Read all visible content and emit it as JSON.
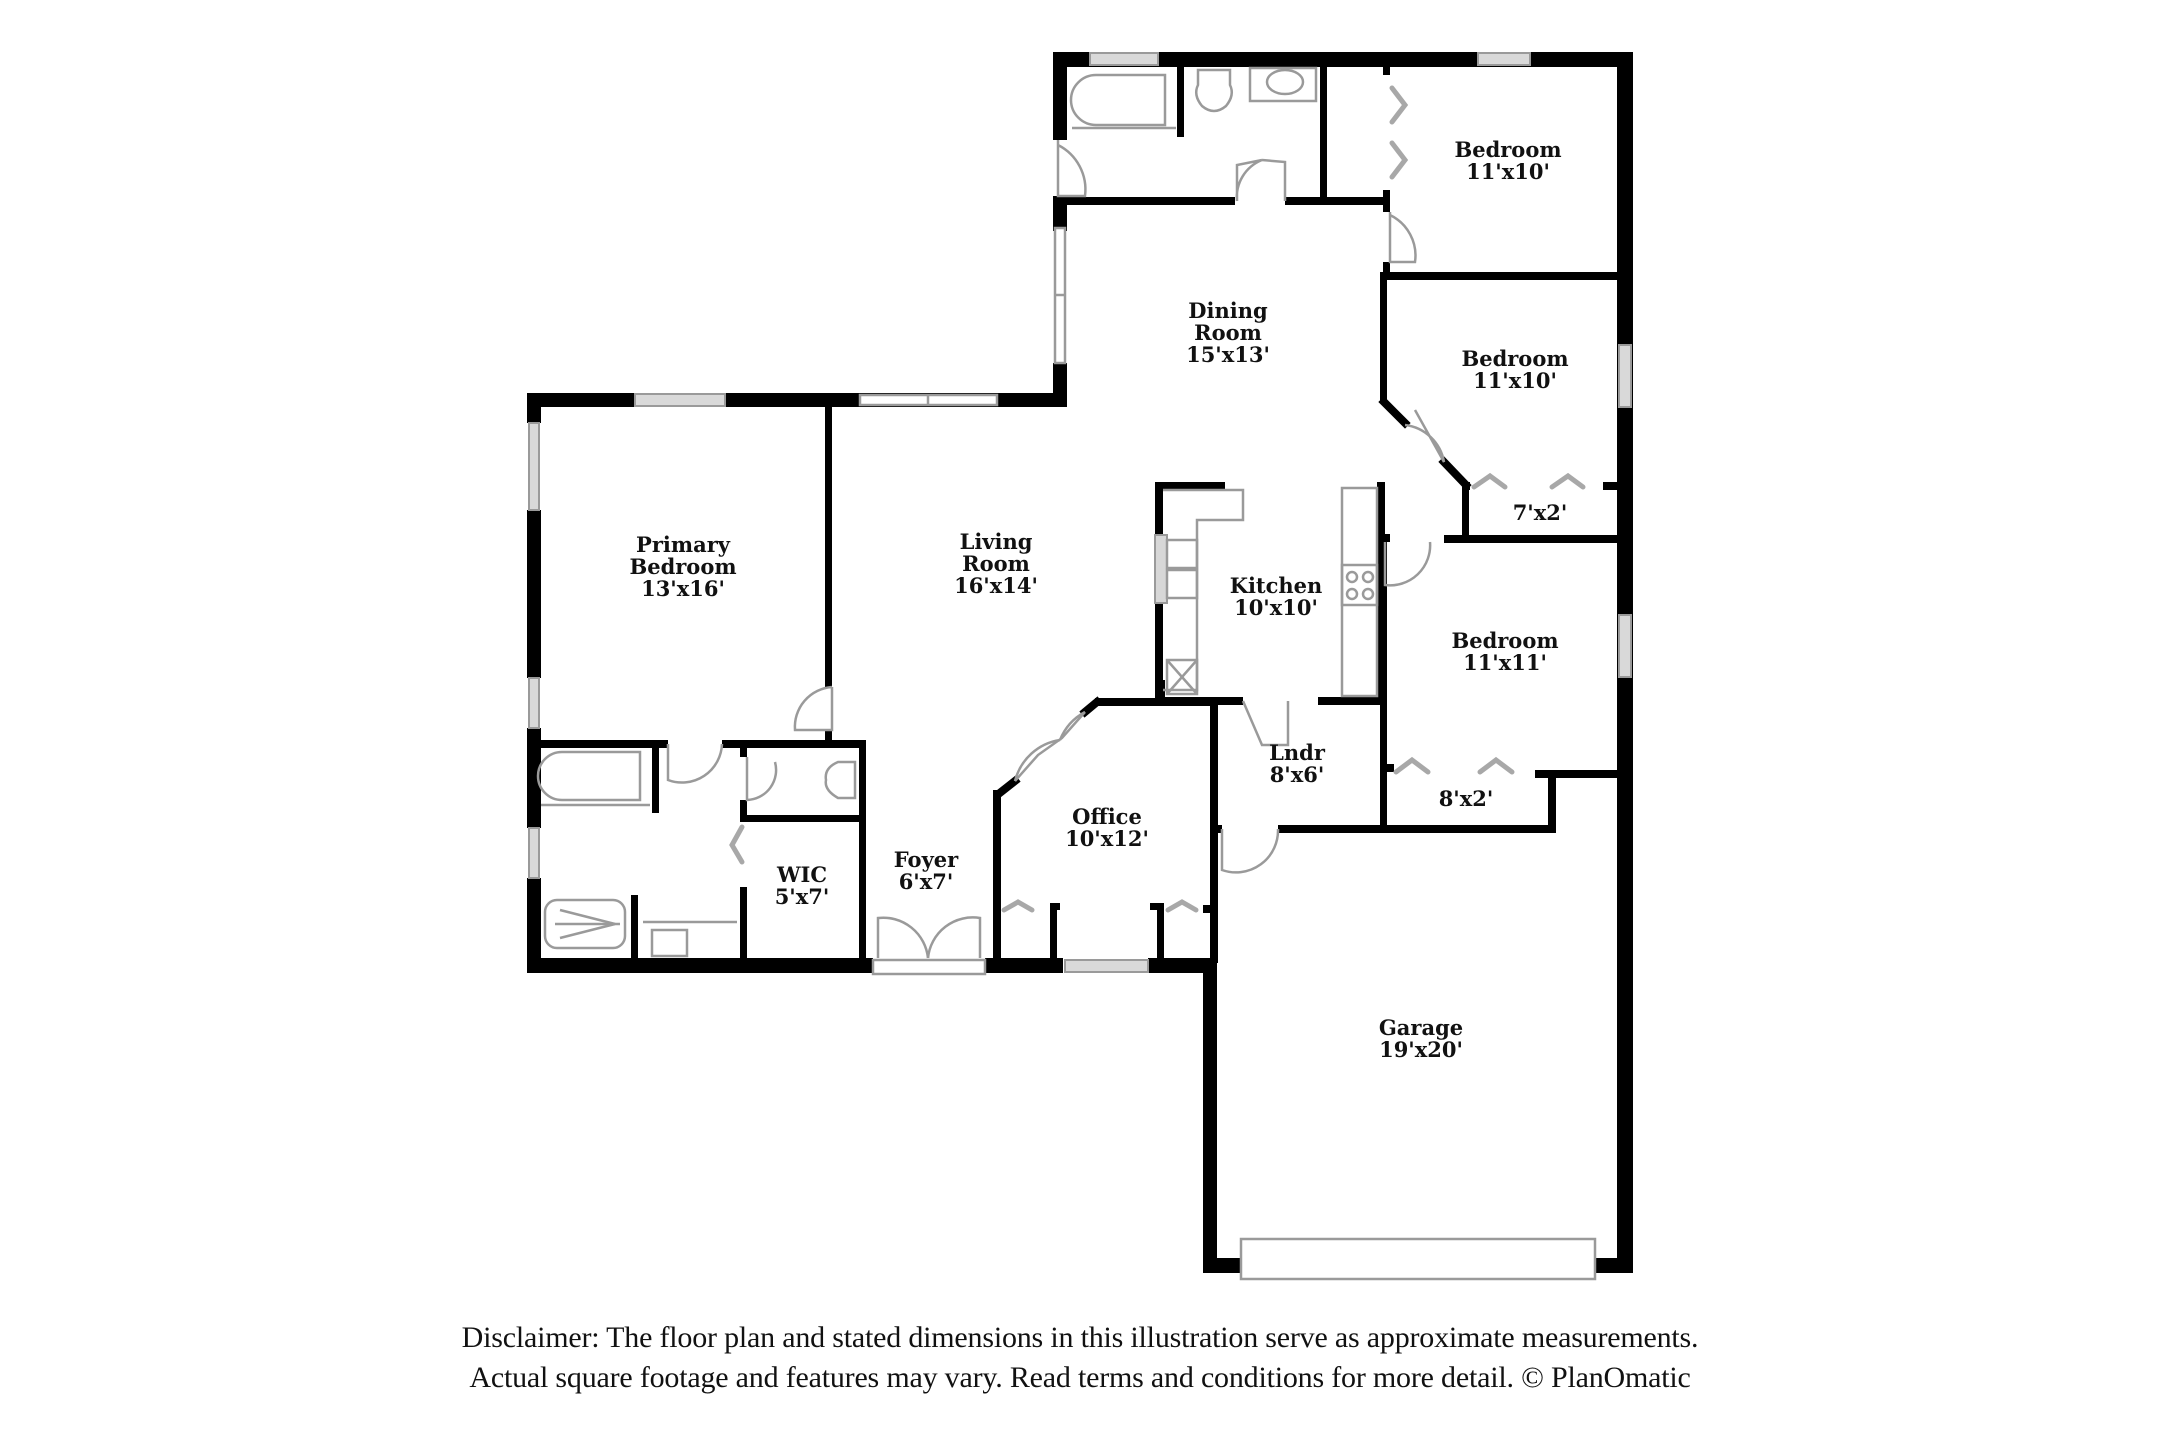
{
  "floor_plan": {
    "rooms": [
      {
        "id": "primary_bedroom",
        "name_lines": [
          "Primary",
          "Bedroom"
        ],
        "dims": "13'x16'"
      },
      {
        "id": "living_room",
        "name_lines": [
          "Living",
          "Room"
        ],
        "dims": "16'x14'"
      },
      {
        "id": "dining_room",
        "name_lines": [
          "Dining",
          "Room"
        ],
        "dims": "15'x13'"
      },
      {
        "id": "kitchen",
        "name_lines": [
          "Kitchen"
        ],
        "dims": "10'x10'"
      },
      {
        "id": "bedroom_1",
        "name_lines": [
          "Bedroom"
        ],
        "dims": "11'x10'"
      },
      {
        "id": "bedroom_2",
        "name_lines": [
          "Bedroom"
        ],
        "dims": "11'x10'"
      },
      {
        "id": "closet_bedroom_2",
        "name_lines": [],
        "dims": "7'x2'"
      },
      {
        "id": "bedroom_3",
        "name_lines": [
          "Bedroom"
        ],
        "dims": "11'x11'"
      },
      {
        "id": "closet_bedroom_3",
        "name_lines": [],
        "dims": "8'x2'"
      },
      {
        "id": "laundry",
        "name_lines": [
          "Lndr"
        ],
        "dims": "8'x6'"
      },
      {
        "id": "office",
        "name_lines": [
          "Office"
        ],
        "dims": "10'x12'"
      },
      {
        "id": "foyer",
        "name_lines": [
          "Foyer"
        ],
        "dims": "6'x7'"
      },
      {
        "id": "wic",
        "name_lines": [
          "WIC"
        ],
        "dims": "5'x7'"
      },
      {
        "id": "garage",
        "name_lines": [
          "Garage"
        ],
        "dims": "19'x20'"
      }
    ]
  },
  "disclaimer": {
    "line1": "Disclaimer: The floor plan and stated dimensions in this illustration serve as approximate measurements.",
    "line2": "Actual square footage and features may vary. Read terms and conditions for more detail. © PlanOmatic"
  },
  "colors": {
    "wall": "#000000",
    "fixture": "#9a9a9a",
    "background": "#ffffff"
  }
}
